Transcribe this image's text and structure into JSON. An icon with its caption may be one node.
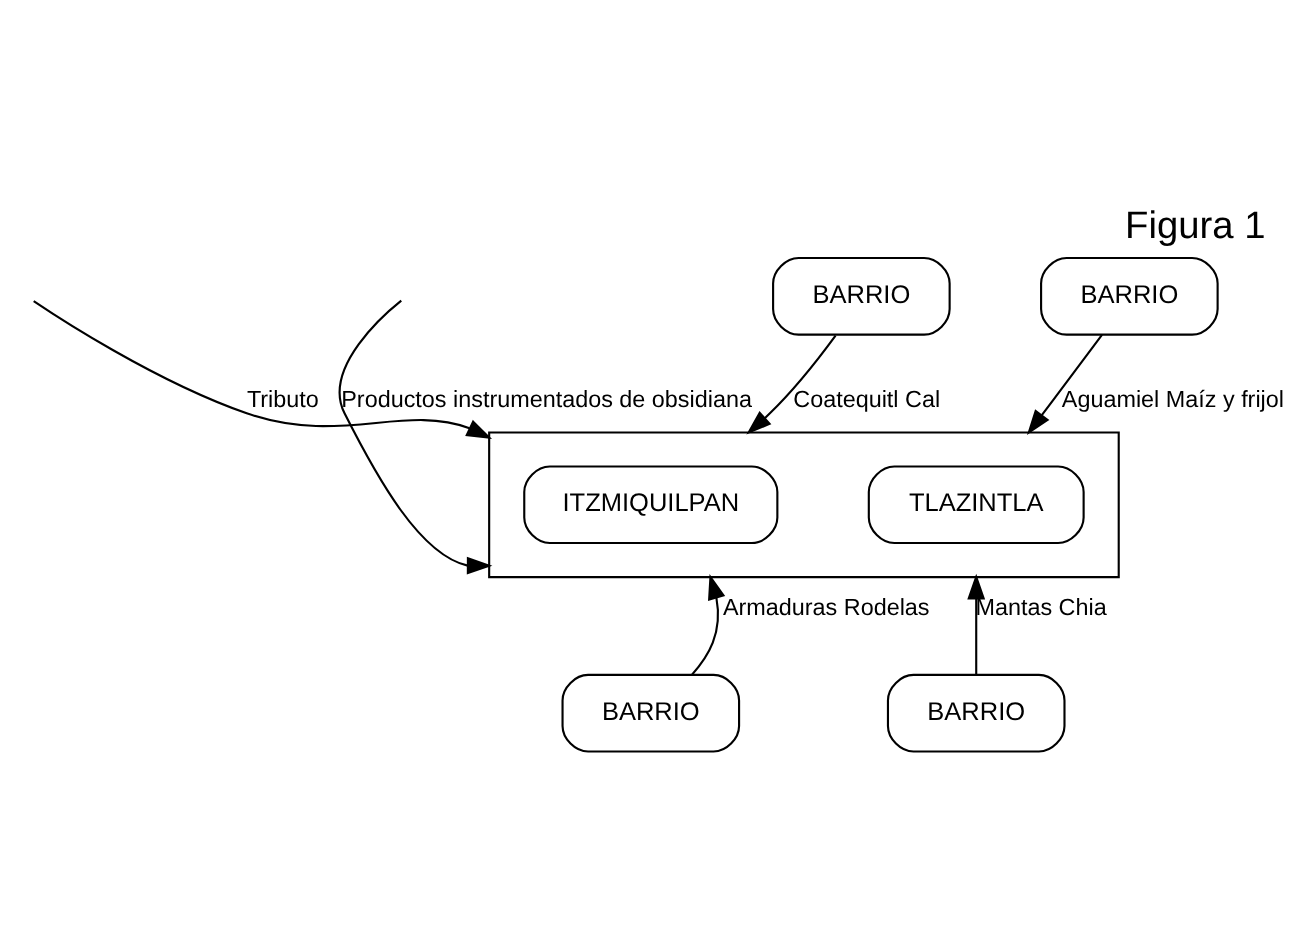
{
  "diagram": {
    "title": "Figura 1",
    "nodes": [
      {
        "text": [
          "BARRIO"
        ]
      },
      {
        "text": [
          "BARRIO"
        ]
      },
      {
        "text": [],
        "shape": "box"
      },
      {
        "text": [
          "ITZMIQUILPAN"
        ],
        "in": 2
      },
      {
        "text": [
          "TLAZINTLA"
        ],
        "in": 2
      },
      {
        "text": [
          "BARRIO"
        ]
      },
      {
        "text": [
          "BARRIO"
        ]
      }
    ],
    "edges": [
      {
        "from": 0,
        "to": 2,
        "arrow": "to",
        "label": "Coatequitl Cal"
      },
      {
        "from": 1,
        "to": 2,
        "arrow": "to",
        "label": "Aguamiel Maíz y frijol"
      },
      {
        "from": null,
        "to": 2,
        "arrow": "to",
        "label": "Tributo"
      },
      {
        "from": null,
        "to": 2,
        "arrow": "to",
        "label": "Productos instrumentados de obsidiana"
      },
      {
        "from": 5,
        "to": 2,
        "arrow": "to",
        "label": "Armaduras Rodelas"
      },
      {
        "from": 6,
        "to": 2,
        "arrow": "to",
        "label": "Mantas Chia"
      }
    ]
  }
}
